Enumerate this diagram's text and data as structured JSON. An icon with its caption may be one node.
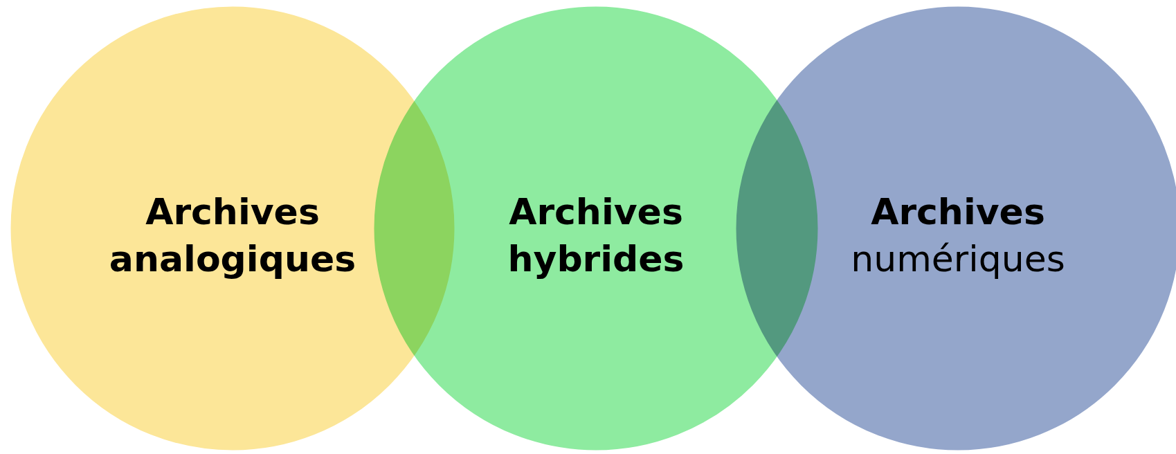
{
  "diagram": {
    "nodes": [
      {
        "text": [
          "Archives analogiques"
        ]
      },
      {
        "text": [
          "Archives hybrides"
        ]
      },
      {
        "text": [
          "**Archives** numériques"
        ]
      }
    ]
  }
}
